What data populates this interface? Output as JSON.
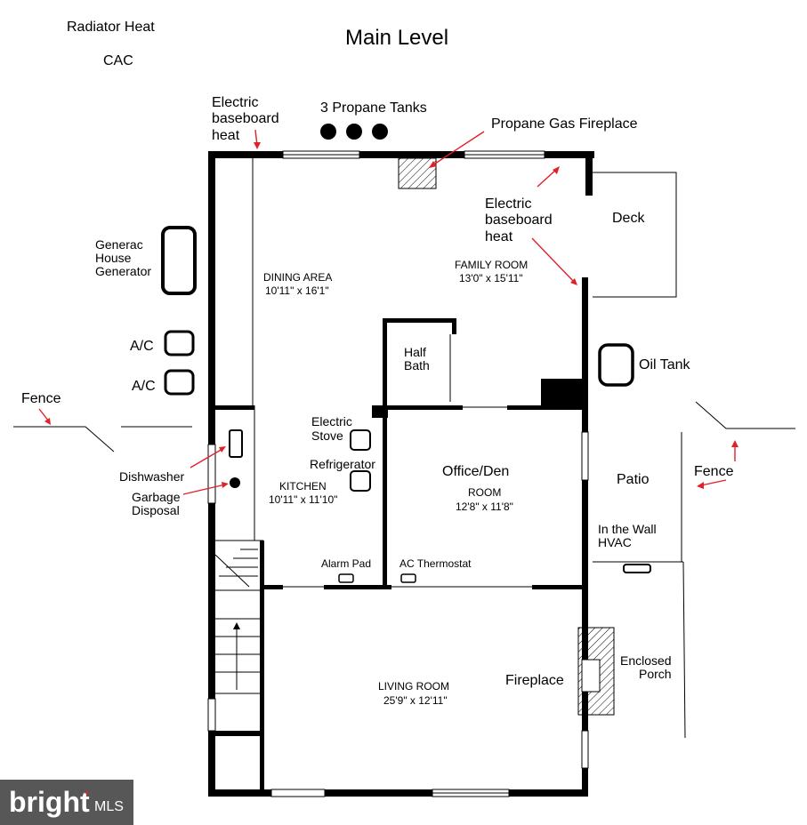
{
  "title": "Main Level",
  "notes": {
    "heat": "Radiator Heat",
    "cooling": "CAC"
  },
  "exterior": {
    "electric_heat_top": [
      "Electric",
      "baseboard",
      "heat"
    ],
    "propane_tanks": "3 Propane Tanks",
    "propane_fireplace": "Propane Gas Fireplace",
    "electric_heat_right": [
      "Electric",
      "baseboard",
      "heat"
    ],
    "deck": "Deck",
    "generator": [
      "Generac",
      "House",
      "Generator"
    ],
    "ac1": "A/C",
    "ac2": "A/C",
    "oil_tank": "Oil Tank",
    "fence_left": "Fence",
    "fence_right": "Fence",
    "patio": "Patio",
    "hvac": [
      "In the Wall",
      "HVAC"
    ],
    "enclosed_porch": [
      "Enclosed",
      "Porch"
    ]
  },
  "rooms": {
    "dining": {
      "name": "DINING AREA",
      "dims": "10'11\" x 16'1\""
    },
    "family": {
      "name": "FAMILY ROOM",
      "dims": "13'0\" x 15'11\""
    },
    "half_bath": [
      "Half",
      "Bath"
    ],
    "kitchen": {
      "name": "KITCHEN",
      "dims": "10'11\" x 11'10\""
    },
    "office": {
      "title": "Office/Den",
      "name": "ROOM",
      "dims": "12'8\" x 11'8\""
    },
    "living": {
      "name": "LIVING ROOM",
      "dims": "25'9\" x 12'11\""
    }
  },
  "fixtures": {
    "electric_stove": [
      "Electric",
      "Stove"
    ],
    "refrigerator": "Refrigerator",
    "dishwasher": "Dishwasher",
    "garbage_disposal": [
      "Garbage",
      "Disposal"
    ],
    "alarm_pad": "Alarm Pad",
    "ac_thermostat": "AC Thermostat",
    "fireplace": "Fireplace"
  },
  "watermark": {
    "brand": "bright",
    "suffix": "MLS"
  },
  "colors": {
    "arrow": "#e0202a",
    "wall": "#000000",
    "watermark_bg": "#3a3a3a"
  }
}
